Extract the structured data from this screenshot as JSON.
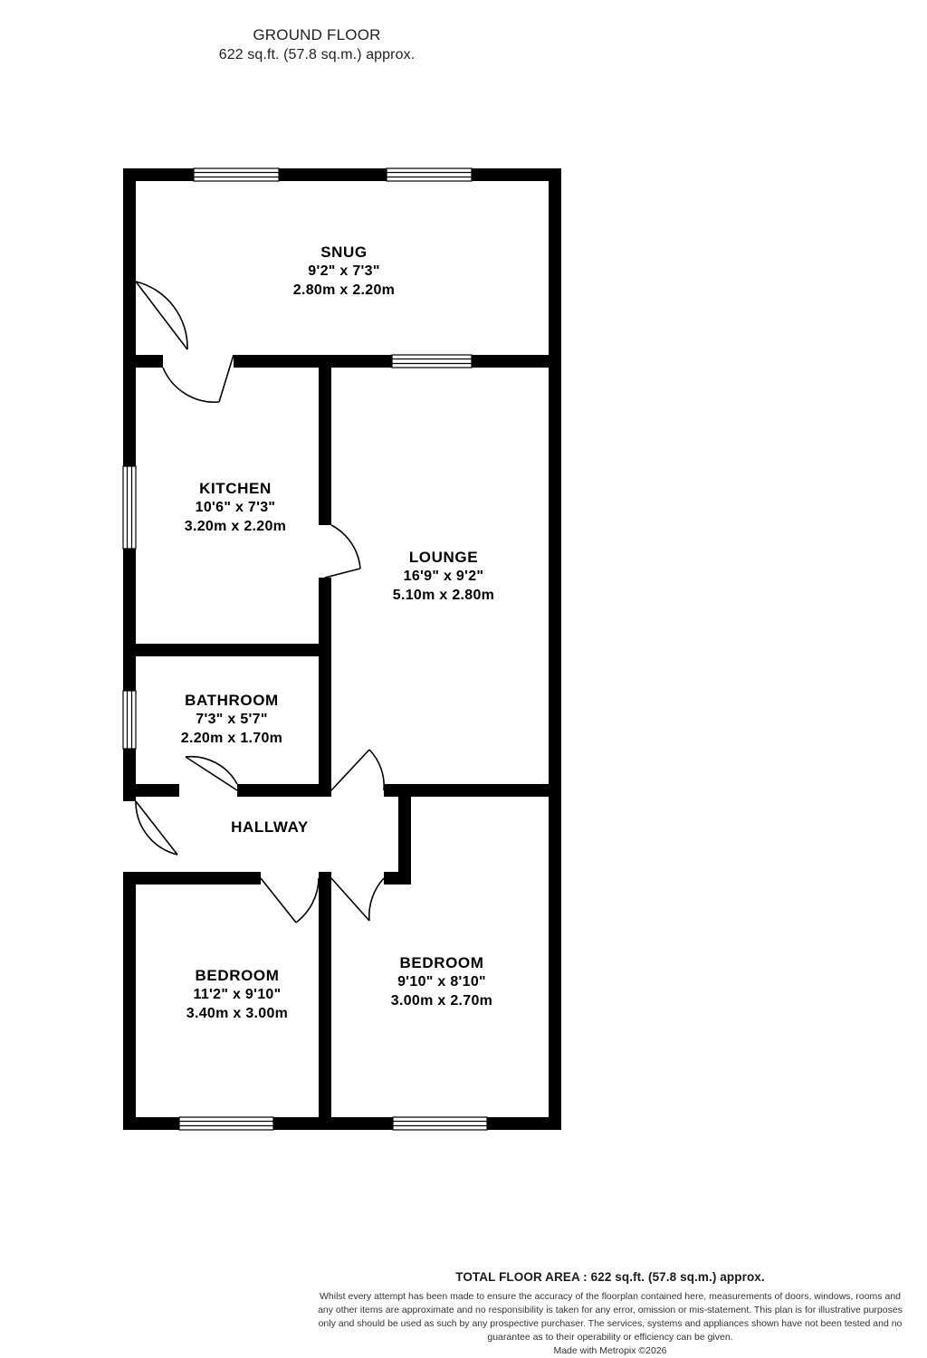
{
  "header": {
    "title": "GROUND FLOOR",
    "subtitle": "622 sq.ft. (57.8 sq.m.) approx."
  },
  "rooms": [
    {
      "key": "snug",
      "name": "SNUG",
      "imperial": "9'2\"  x 7'3\"",
      "metric": "2.80m  x 2.20m"
    },
    {
      "key": "kitchen",
      "name": "KITCHEN",
      "imperial": "10'6\"  x 7'3\"",
      "metric": "3.20m  x 2.20m"
    },
    {
      "key": "lounge",
      "name": "LOUNGE",
      "imperial": "16'9\"  x 9'2\"",
      "metric": "5.10m  x 2.80m"
    },
    {
      "key": "bathroom",
      "name": "BATHROOM",
      "imperial": "7'3\"  x 5'7\"",
      "metric": "2.20m  x 1.70m"
    },
    {
      "key": "hallway",
      "name": "HALLWAY",
      "imperial": "",
      "metric": ""
    },
    {
      "key": "bedroom1",
      "name": "BEDROOM",
      "imperial": "11'2\"  x 9'10\"",
      "metric": "3.40m  x 3.00m"
    },
    {
      "key": "bedroom2",
      "name": "BEDROOM",
      "imperial": "9'10\"  x 8'10\"",
      "metric": "3.00m  x 2.70m"
    }
  ],
  "footer": {
    "total_area": "TOTAL FLOOR AREA : 622 sq.ft. (57.8 sq.m.) approx.",
    "disclaimer": "Whilst every attempt has been made to ensure the accuracy of the floorplan contained here, measurements of doors, windows, rooms and any other items are approximate and no responsibility is taken for any error, omission or mis-statement. This plan is for illustrative purposes only and should be used as such by any prospective purchaser. The services, systems and appliances shown have not been tested and no guarantee as to their operability or efficiency can be given.",
    "made_with": "Made with Metropix ©2026"
  },
  "style": {
    "wall_color": "#000000",
    "room_fill": "#ffffff",
    "window_line": "#000000",
    "door_arc": "#000000"
  }
}
